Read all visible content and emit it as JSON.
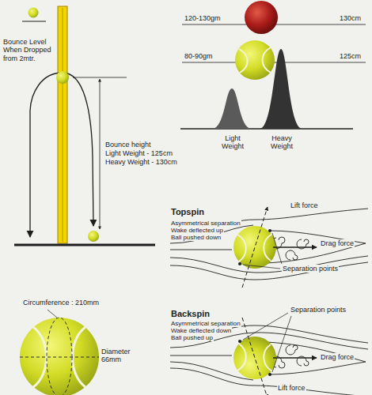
{
  "diagram": {
    "labels": [
      "Bounce Level When Dropped from 2mtr.",
      "Bounce height",
      "Light Weight - 125cm",
      "Heavy Weight - 130cm",
      "120-130gm",
      "130cm",
      "80-90gm",
      "125cm",
      "Light Weight",
      "Heavy Weight",
      "Topspin",
      "Asymmetrical separation",
      "Wake deflected up",
      "Ball pushed down",
      "Lift force",
      "Drag force",
      "Separation points",
      "Backspin",
      "Asymmetrical separation",
      "Wake deflected down",
      "Ball pushed up",
      "Separation points",
      "Drag force",
      "Lift force",
      "Circumference : 210mm",
      "Diameter 66mm"
    ]
  }
}
